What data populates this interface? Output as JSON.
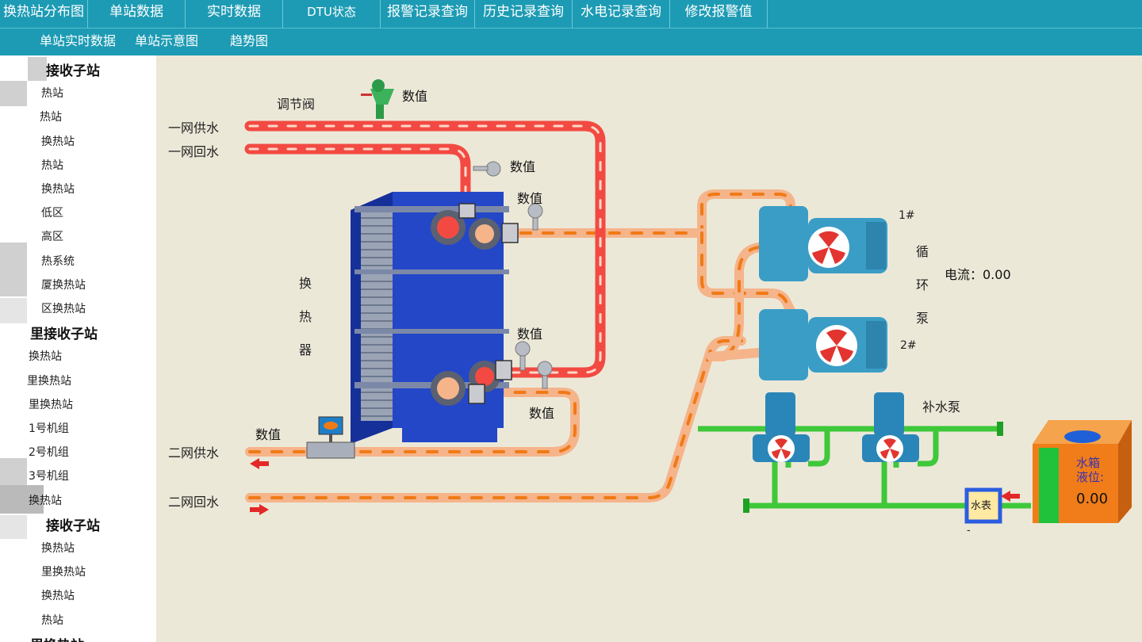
{
  "top_nav": [
    "换热站分布图",
    "单站数据",
    "实时数据",
    "DTU状态",
    "报警记录查询",
    "历史记录查询",
    "水电记录查询",
    "修改报警值"
  ],
  "sub_nav": [
    "单站实时数据",
    "单站示意图",
    "趋势图"
  ],
  "sidebar": {
    "items": [
      {
        "type": "group",
        "label": "接收子站"
      },
      {
        "type": "sub",
        "label": "热站"
      },
      {
        "type": "sub",
        "label": "热站"
      },
      {
        "type": "sub",
        "label": "换热站"
      },
      {
        "type": "sub",
        "label": "热站"
      },
      {
        "type": "sub",
        "label": "换热站"
      },
      {
        "type": "sub",
        "label": "低区"
      },
      {
        "type": "sub",
        "label": "高区"
      },
      {
        "type": "sub",
        "label": "热系统"
      },
      {
        "type": "sub",
        "label": "厦换热站"
      },
      {
        "type": "sub",
        "label": "区换热站"
      },
      {
        "type": "group",
        "label": "里接收子站"
      },
      {
        "type": "sub",
        "label": "换热站"
      },
      {
        "type": "sub",
        "label": "里换热站"
      },
      {
        "type": "sub",
        "label": "里换热站"
      },
      {
        "type": "sub",
        "label": "1号机组"
      },
      {
        "type": "sub",
        "label": "2号机组"
      },
      {
        "type": "sub",
        "label": "3号机组"
      },
      {
        "type": "sub",
        "label": "换热站"
      },
      {
        "type": "group",
        "label": "接收子站"
      },
      {
        "type": "sub",
        "label": "换热站"
      },
      {
        "type": "sub",
        "label": "里换热站"
      },
      {
        "type": "sub",
        "label": "换热站"
      },
      {
        "type": "sub",
        "label": "热站"
      },
      {
        "type": "group",
        "label": "里换热站"
      }
    ]
  },
  "diagram": {
    "labels": {
      "valve": "调节阀",
      "primary_supply": "一网供水",
      "primary_return": "一网回水",
      "secondary_supply": "二网供水",
      "secondary_return": "二网回水",
      "heat_exchanger": [
        "换",
        "热",
        "器"
      ],
      "pump_1": "1#",
      "pump_2": "2#",
      "circ_pump": [
        "循",
        "环",
        "泵"
      ],
      "makeup_pump": "补水泵",
      "water_meter": "水表",
      "tank_level": [
        "水箱",
        "液位:"
      ],
      "dash": "-"
    },
    "values": {
      "valve_value": "数值",
      "primary_return_pressure": "数值",
      "primary_supply_temp": "数值",
      "primary_return_temp": "数值",
      "secondary_supply_temp": "数值",
      "secondary_flow": "数值",
      "current": "电流：0.00",
      "tank_level": "0.00"
    },
    "colors": {
      "hot_pipe": "#f24a42",
      "warm_pipe": "#f5b48a",
      "dash": "#f07a16",
      "green_pipe": "#3ec83a",
      "exchanger": "#1e3fb8",
      "pump": "#3a9dc6",
      "tank": "#f07d1a",
      "meter_border": "#2c5de0"
    }
  }
}
